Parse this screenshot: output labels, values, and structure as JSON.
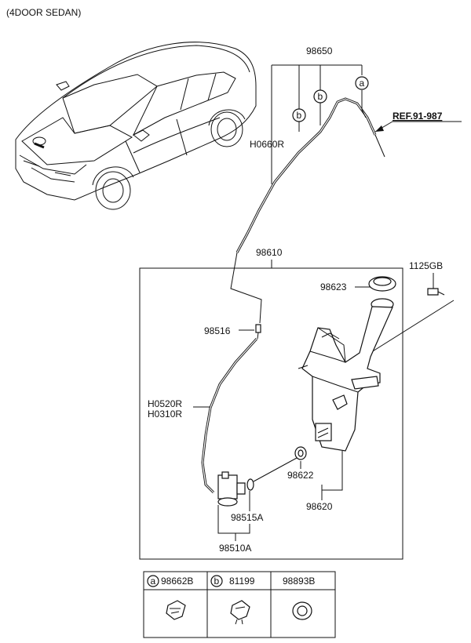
{
  "header": {
    "variant": "(4DOOR SEDAN)"
  },
  "callouts": {
    "p98650": "98650",
    "h0660r": "H0660R",
    "ref": "REF.91-987",
    "p98610": "98610",
    "p1125gb": "1125GB",
    "p98623": "98623",
    "p98516": "98516",
    "h0520r": "H0520R",
    "h0310r": "H0310R",
    "p98622": "98622",
    "p98620": "98620",
    "p98515a": "98515A",
    "p98510a": "98510A",
    "marker_a": "a",
    "marker_b": "b"
  },
  "legend": {
    "items": [
      {
        "marker": "a",
        "part": "98662B",
        "icon": "clip-a-icon"
      },
      {
        "marker": "b",
        "part": "81199",
        "icon": "clip-b-icon"
      },
      {
        "marker": "",
        "part": "98893B",
        "icon": "grommet-icon"
      }
    ]
  }
}
